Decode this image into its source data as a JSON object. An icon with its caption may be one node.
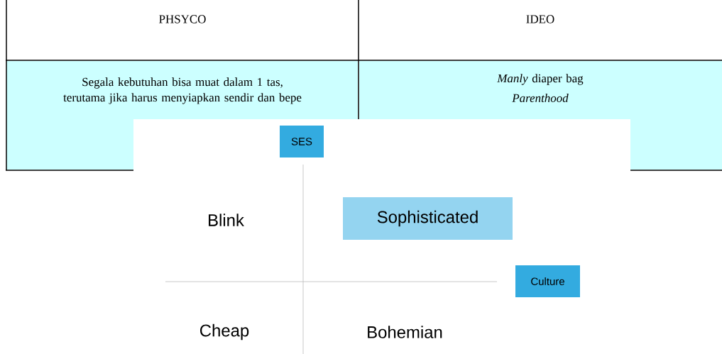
{
  "diagram": {
    "nodes": [
      {
        "text": [
          "SES"
        ]
      },
      {
        "text": [
          "Sophisticated"
        ]
      },
      {
        "text": [
          "Culture"
        ]
      }
    ],
    "labels": [
      "PHSYCO",
      "IDEO",
      "Segala kebutuhan bisa muat dalam 1 tas, terutama jika harus menyiapkan sendir dan bepe",
      "*Manly* diaper bag",
      "Parenthood",
      "Blink",
      "Cheap",
      "Bohemian"
    ]
  }
}
